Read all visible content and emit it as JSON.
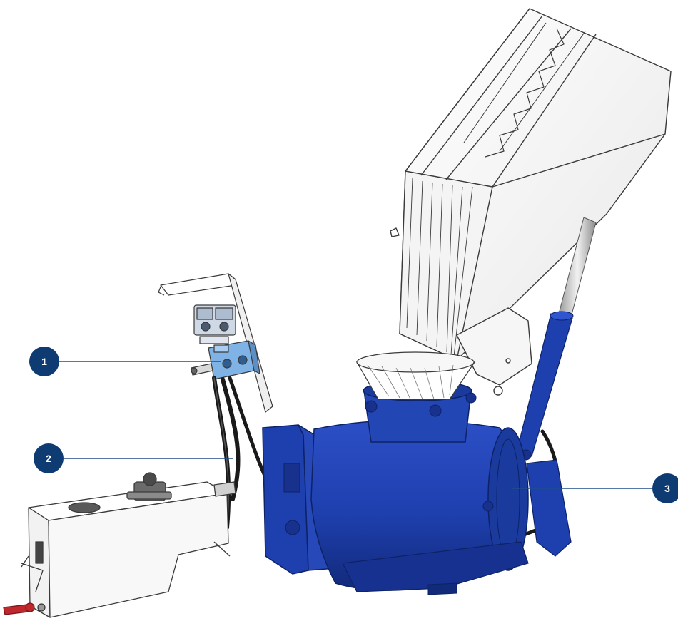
{
  "callouts": [
    {
      "label": "1",
      "target": "control-valve-block"
    },
    {
      "label": "2",
      "target": "hydraulic-hoses"
    },
    {
      "label": "3",
      "target": "grinder-drum"
    }
  ],
  "colors": {
    "callout_fill": "#0f3b73",
    "leader_line": "#1f4e8c",
    "drum_blue": "#1e3fae",
    "valve_blue": "#7fb2e5",
    "outline": "#3a3a3a",
    "handle_red": "#c0282d"
  },
  "icons": [
    "hopper",
    "hydraulic-cylinder",
    "valve-bracket",
    "oil-tank",
    "grinder-drum",
    "hydraulic-hose"
  ]
}
